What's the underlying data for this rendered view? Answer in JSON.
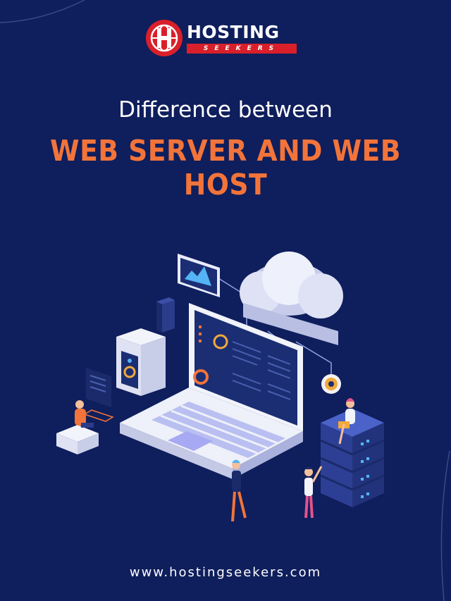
{
  "brand": {
    "logo_text": "HOSTING",
    "logo_sub": "SEEKERS",
    "logo_icon": "h-globe-icon"
  },
  "headline": {
    "subtitle": "Difference between",
    "title": "WEB SERVER AND WEB HOST"
  },
  "footer": {
    "url": "www.hostingseekers.com"
  },
  "colors": {
    "background": "#0f1e5c",
    "accent_orange": "#f2743a",
    "brand_red": "#d9202a",
    "text_white": "#ffffff"
  }
}
